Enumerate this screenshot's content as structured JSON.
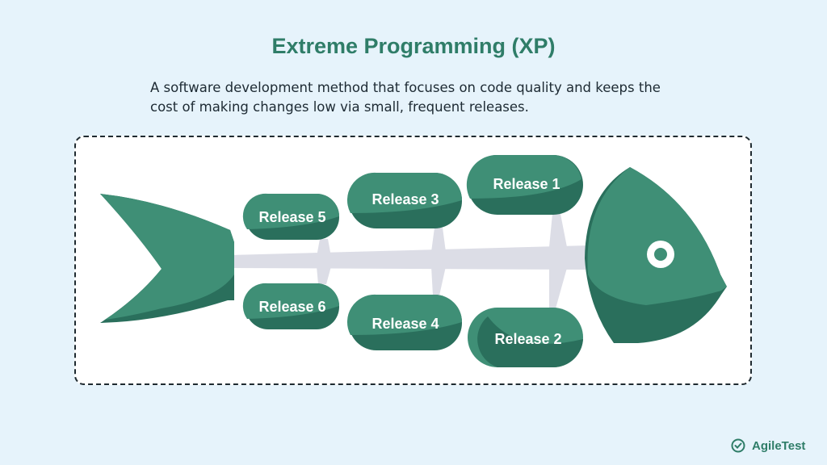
{
  "title": "Extreme Programming (XP)",
  "description": "A software development method that focuses on code quality and keeps the cost of making changes low via small, frequent releases.",
  "releases": [
    "Release 1",
    "Release 2",
    "Release 3",
    "Release 4",
    "Release 5",
    "Release 6"
  ],
  "colors": {
    "primary": "#3f8f76",
    "shade": "#2a6f5c",
    "bone": "#dcdde6",
    "background": "#e6f3fb"
  },
  "brand": {
    "name": "AgileTest",
    "icon": "check-circle-icon"
  }
}
